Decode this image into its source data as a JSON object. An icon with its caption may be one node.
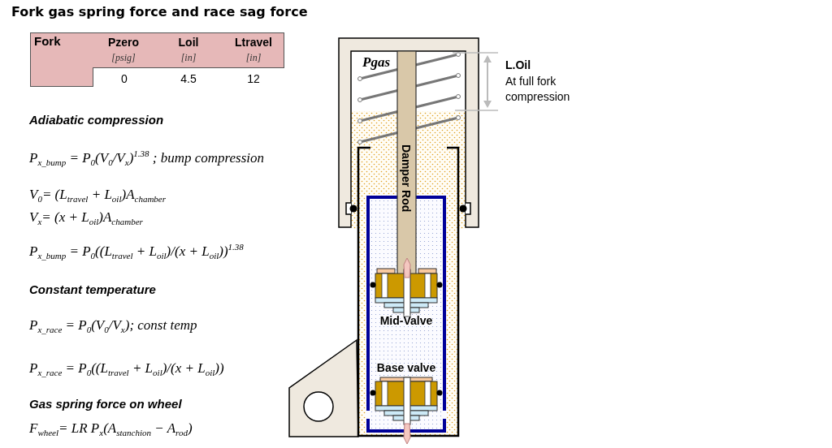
{
  "diagram": {
    "title": "Fork gas spring force and race sag force",
    "labels": [
      "Fork",
      "Pzero",
      "Loil",
      "Ltravel",
      "[psig]",
      "[in]",
      "[in]",
      "0",
      "4.5",
      "12",
      "Adiabatic compression",
      "P$_{x_bump}$ = P$_{0}$(V$_{0}$/V$_{x}$)$^{1.38}$ ; bump compression",
      "V$_{0}$= (L$_{travel}$ + L$_{oil}$)A$_{chamber}$",
      "V$_{x}$= (x + L$_{oil}$)A$_{chamber}$",
      "P$_{x_bump}$ = P$_{0}$((L$_{travel}$ + L$_{oil}$)/(x + L$_{oil}$))$^{1.38}$",
      "Constant temperature",
      "P$_{x_race}$ = P$_{0}$(V$_{0}$/V$_{x}$); const temp",
      "P$_{x_race}$ = P$_{0}$((L$_{travel}$ + L$_{oil}$)/(x + L$_{oil}$))",
      "Gas spring force on wheel",
      "F$_{wheel}$= LR P$_{x}$(A$_{stanchion}$ − A$_{rod}$)",
      "Pgas",
      "L.Oil",
      "At full fork compression",
      "Damper Rod",
      "Mid-Valve",
      "Base valve"
    ]
  }
}
